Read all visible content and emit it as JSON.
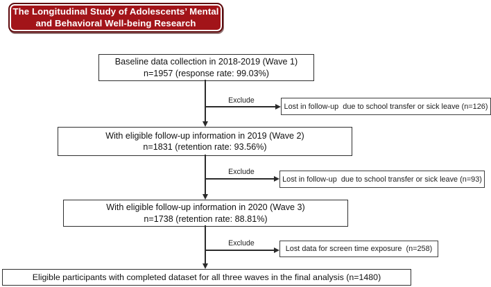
{
  "banner": {
    "line1": "The Longitudinal Study of Adolescents’ Mental",
    "line2": "and Behavioral Well-being Research"
  },
  "flow": {
    "wave1": {
      "line1": "Baseline data collection in 2018-2019 (Wave 1)",
      "line2": "n=1957 (response rate: 99.03%)"
    },
    "exclude1": {
      "label": "Exclude",
      "text": "Lost in follow-up  due to school transfer or sick leave (n=126)"
    },
    "wave2": {
      "line1": "With eligible follow-up information in 2019 (Wave 2)",
      "line2": "n=1831 (retention rate: 93.56%)"
    },
    "exclude2": {
      "label": "Exclude",
      "text": "Lost in follow-up  due to school transfer or sick leave (n=93)"
    },
    "wave3": {
      "line1": "With eligible follow-up information in 2020 (Wave 3)",
      "line2": "n=1738 (retention rate: 88.81%)"
    },
    "exclude3": {
      "label": "Exclude",
      "text": "Lost data for screen time exposure  (n=258)"
    },
    "final": {
      "text": "Eligible participants with completed dataset for all three waves in the final analysis (n=1480)"
    }
  },
  "colors": {
    "banner-bg": "#a21419",
    "banner-border": "#5f0b0e",
    "banner-text": "#ffffff",
    "line": "#2b2b2b",
    "box-border": "#2e2e2e"
  }
}
